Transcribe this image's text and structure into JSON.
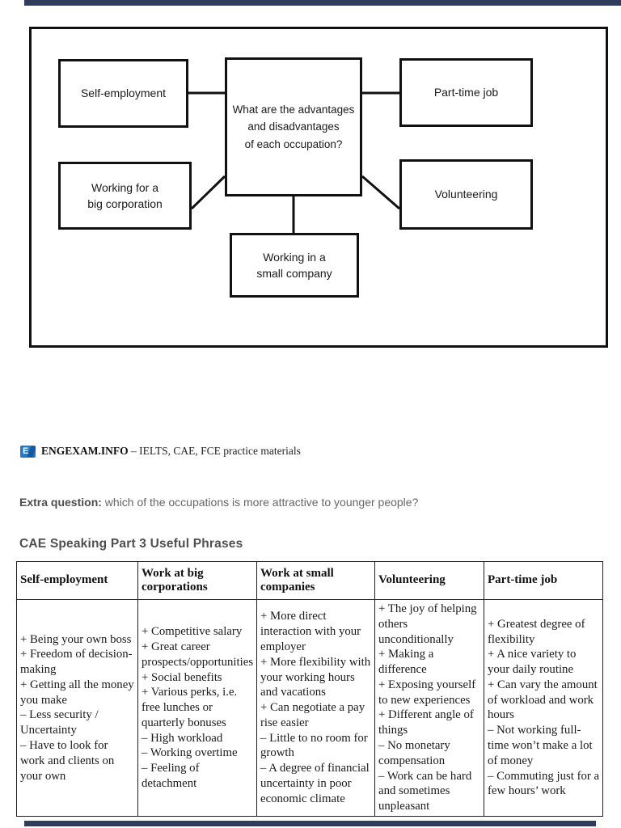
{
  "diagram": {
    "center_question": "What are the advantages\nand disadvantages\nof each occupation?",
    "nodes": [
      {
        "id": "self-employment",
        "label": "Self-employment"
      },
      {
        "id": "working-big-corporation",
        "label": "Working for a\nbig corporation"
      },
      {
        "id": "working-small-company",
        "label": "Working in a\nsmall company"
      },
      {
        "id": "part-time-job",
        "label": "Part-time job"
      },
      {
        "id": "volunteering",
        "label": "Volunteering"
      }
    ]
  },
  "brand": {
    "logo_letter": "E",
    "logo_color": "#1E7BD0",
    "name": "ENGEXAM.INFO",
    "tagline": "– IELTS, CAE, FCE practice materials"
  },
  "extra_question": {
    "label": "Extra question:",
    "text": "which of the occupations is more attractive to younger people?"
  },
  "section_title": "CAE Speaking Part 3 Useful Phrases",
  "table": {
    "headers": [
      "Self-employment",
      "Work at big corporations",
      "Work at small companies",
      "Volunteering",
      "Part-time job"
    ],
    "columns": [
      [
        "+ Being your own boss",
        "+ Freedom of decision-making",
        "+ Getting all the money you make",
        "– Less security / Uncertainty",
        "– Have to look for work and clients on your own"
      ],
      [
        "+ Competitive salary",
        "+ Great career prospects/opportunities",
        "+ Social benefits",
        "+ Various perks, i.e. free lunches or quarterly bonuses",
        "– High workload",
        "– Working overtime",
        "– Feeling of detachment"
      ],
      [
        "+ More direct interaction with your employer",
        "+ More flexibility with your working hours and vacations",
        "+ Can negotiate a pay rise easier",
        "– Little to no room for growth",
        "– A degree of financial uncertainty in poor economic climate"
      ],
      [
        "+ The joy of helping others unconditionally",
        "+ Making a difference",
        "+ Exposing yourself to new experiences",
        "+ Different angle of things",
        "– No monetary compensation",
        "– Work can be hard and sometimes unpleasant"
      ],
      [
        "+ Greatest degree of flexibility",
        "+ A nice variety to your daily routine",
        "+ Can vary the amount of workload and work hours",
        "– Not working full-time won’t make a lot of money",
        "– Commuting just for a few hours’ work"
      ]
    ]
  },
  "colors": {
    "edge_bar": "#2E3D5C",
    "diagram_border": "#111111",
    "logo_blue": "#1E7BD0",
    "logo_dark_blue": "#15599E"
  }
}
